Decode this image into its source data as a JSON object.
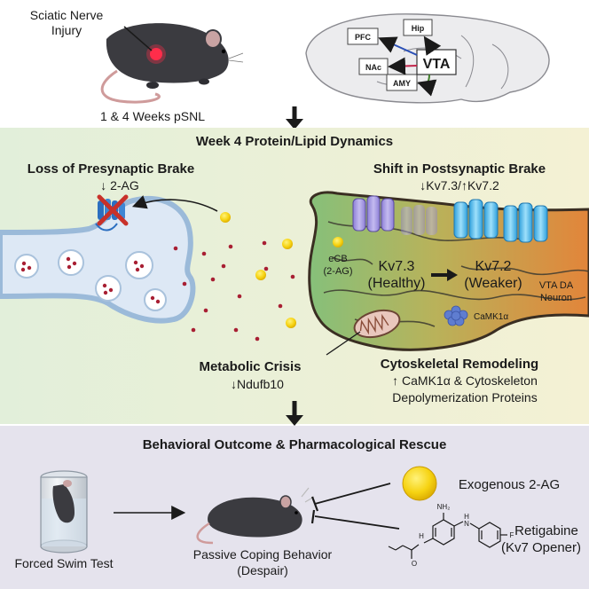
{
  "top": {
    "injury_line1": "Sciatic Nerve",
    "injury_line2": "Injury",
    "timepoints": "1 & 4 Weeks pSNL",
    "brain": {
      "pfc": "PFC",
      "hip": "Hip",
      "vta": "VTA",
      "nac": "NAc",
      "amy": "AMY"
    }
  },
  "middle": {
    "title": "Week 4 Protein/Lipid Dynamics",
    "presynaptic_title": "Loss of Presynaptic Brake",
    "presynaptic_sub": "↓ 2-AG",
    "postsynaptic_title": "Shift in Postsynaptic Brake",
    "postsynaptic_sub": "↓Kv7.3/↑Kv7.2",
    "ecb_line1": "eCB",
    "ecb_line2": "(2-AG)",
    "kv73_line1": "Kv7.3",
    "kv73_line2": "(Healthy)",
    "kv72_line1": "Kv7.2",
    "kv72_line2": "(Weaker)",
    "vta_line1": "VTA DA",
    "vta_line2": "Neuron",
    "camk": "CaMK1α",
    "metabolic_title": "Metabolic Crisis",
    "metabolic_sub": "↓Ndufb10",
    "cyto_title": "Cytoskeletal Remodeling",
    "cyto_line1": "↑ CaMK1α & Cytoskeleton",
    "cyto_line2": "Depolymerization Proteins"
  },
  "bottom": {
    "title": "Behavioral Outcome & Pharmacological Rescue",
    "fst": "Forced Swim Test",
    "passive_line1": "Passive Coping Behavior",
    "passive_line2": "(Despair)",
    "exo": "Exogenous 2-AG",
    "retig_line1": "Retigabine",
    "retig_line2": "(Kv7 Opener)",
    "chem_nh2": "NH₂",
    "chem_h1": "H",
    "chem_h2": "H",
    "chem_n": "N",
    "chem_f": "F",
    "chem_o": "O"
  },
  "colors": {
    "middle_panel_left": "#e6f1dc",
    "middle_panel_right": "#f3f1d6",
    "bottom_panel": "#e4e2ec",
    "presynaptic_fill": "#e3ecf7",
    "neuron_green": "#8cc27a",
    "neuron_orange": "#e28a3c",
    "kv73": "#a89be0",
    "kv72": "#4fb6e8",
    "vesicle_dot": "#a81f33",
    "lipid_dot": "#f5d21a"
  }
}
